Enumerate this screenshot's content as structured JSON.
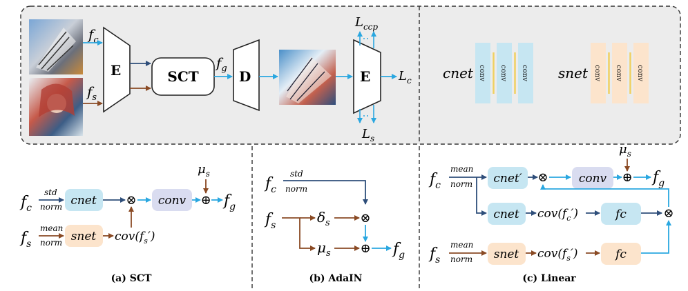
{
  "colors": {
    "blue_arrow": "#2aa7e0",
    "dark_arrow": "#2e4e7a",
    "brown_arrow": "#8a4a24",
    "cnet_fill": "#c6e6f2",
    "snet_fill": "#fce4cc",
    "conv_fill": "#d9dcf0",
    "panel_fill": "#ececec",
    "bar_yellow": "#f0d060"
  },
  "top": {
    "fc": "f",
    "fc_sub": "c",
    "fs": "f",
    "fs_sub": "s",
    "fg": "f",
    "fg_sub": "g",
    "encoder": "E",
    "sct": "SCT",
    "decoder": "D",
    "encoder2": "E",
    "lccp": "L",
    "lccp_sub": "ccp",
    "lc": "L",
    "lc_sub": "c",
    "ls": "L",
    "ls_sub": "s",
    "cnet_label": "cnet",
    "snet_label": "snet",
    "conv": "conv"
  },
  "panel_a": {
    "caption": "(a) SCT",
    "fc": "f",
    "fc_sub": "c",
    "fs": "f",
    "fs_sub": "s",
    "std": "std",
    "norm": "norm",
    "mean": "mean",
    "norm2": "norm",
    "cnet": "cnet",
    "snet": "snet",
    "conv": "conv",
    "cov": "cov(f",
    "cov_sub": "s",
    "cov_tail": "′)",
    "mu": "μ",
    "mu_sub": "s",
    "fg": "f",
    "fg_sub": "g",
    "otimes": "⊗",
    "oplus": "⊕"
  },
  "panel_b": {
    "caption": "(b) AdaIN",
    "fc": "f",
    "fc_sub": "c",
    "fs": "f",
    "fs_sub": "s",
    "std": "std",
    "norm": "norm",
    "delta": "δ",
    "delta_sub": "s",
    "mu": "μ",
    "mu_sub": "s",
    "fg": "f",
    "fg_sub": "g",
    "otimes": "⊗",
    "oplus": "⊕"
  },
  "panel_c": {
    "caption": "(c) Linear",
    "fc": "f",
    "fc_sub": "c",
    "fs": "f",
    "fs_sub": "s",
    "mean": "mean",
    "norm": "norm",
    "mean2": "mean",
    "norm2": "norm",
    "cnet_prime": "cnet′",
    "cnet": "cnet",
    "snet": "snet",
    "conv": "conv",
    "cov_c": "cov(f",
    "cov_c_sub": "c",
    "cov_c_tail": "′)",
    "cov_s": "cov(f",
    "cov_s_sub": "s",
    "cov_s_tail": "′)",
    "fc_box1": "fc",
    "fc_box2": "fc",
    "mu": "μ",
    "mu_sub": "s",
    "fg": "f",
    "fg_sub": "g",
    "otimes": "⊗",
    "oplus": "⊕"
  }
}
